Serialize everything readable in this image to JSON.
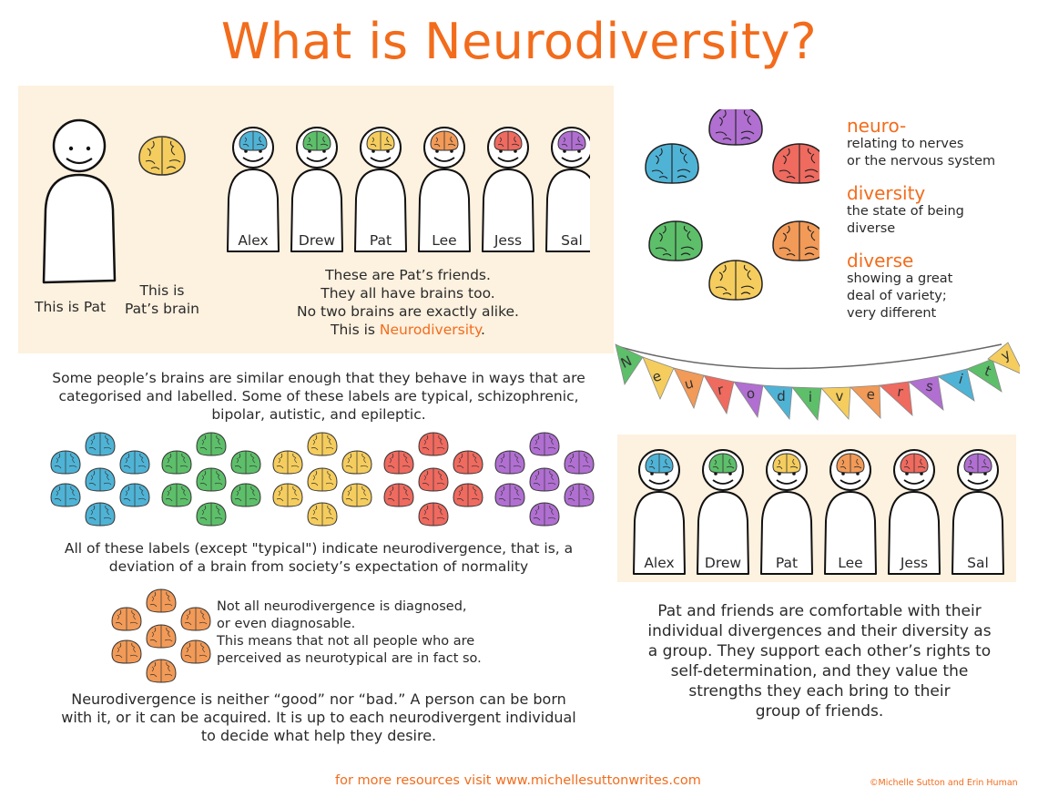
{
  "title": "What is Neurodiversity?",
  "colors": {
    "accent": "#f26c1c",
    "panel_bg": "#fdf1df",
    "blue": "#4fb3d6",
    "green": "#5dbf6a",
    "yellow": "#f5cd5e",
    "orange": "#f29a57",
    "red": "#ef6a5f",
    "purple": "#b06fd1"
  },
  "intro_panel": {
    "pat_caption": "This is Pat",
    "brain_caption_line1": "This is",
    "brain_caption_line2": "Pat’s brain",
    "friends": [
      {
        "name": "Alex",
        "brain_color": "#4fb3d6"
      },
      {
        "name": "Drew",
        "brain_color": "#5dbf6a"
      },
      {
        "name": "Pat",
        "brain_color": "#f5cd5e"
      },
      {
        "name": "Lee",
        "brain_color": "#f29a57"
      },
      {
        "name": "Jess",
        "brain_color": "#ef6a5f"
      },
      {
        "name": "Sal",
        "brain_color": "#b06fd1"
      }
    ],
    "friends_text_line1": "These are Pat’s friends.",
    "friends_text_line2": "They all have brains too.",
    "friends_text_line3": "No two brains are exactly alike.",
    "friends_text_line4_prefix": "This is ",
    "friends_text_line4_highlight": "Neurodiversity",
    "friends_text_line4_suffix": "."
  },
  "definitions": [
    {
      "term": "neuro-",
      "desc_line1": "relating to nerves",
      "desc_line2": "or the nervous system"
    },
    {
      "term": "diversity",
      "desc_line1": "the state of being",
      "desc_line2": "diverse"
    },
    {
      "term": "diverse",
      "desc_line1": "showing a great",
      "desc_line2": "deal of variety;",
      "desc_line3": "very different"
    }
  ],
  "banner": {
    "letters": [
      "N",
      "e",
      "u",
      "r",
      "o",
      "d",
      "i",
      "v",
      "e",
      "r",
      "s",
      "i",
      "t",
      "y"
    ]
  },
  "labels_section": {
    "text_line1": "Some people’s brains are similar enough that they behave in ways that are",
    "text_line2": "categorised and labelled. Some of these labels are typical, schizophrenic,",
    "text_line3": "bipolar, autistic, and epileptic.",
    "clusters": [
      "#4fb3d6",
      "#5dbf6a",
      "#f5cd5e",
      "#ef6a5f",
      "#b06fd1"
    ]
  },
  "divergence_section": {
    "text_line1": "All of these labels (except \"typical\") indicate neurodivergence, that is, a",
    "text_line2": "deviation of a brain from society’s expectation of normality"
  },
  "undiagnosed_section": {
    "cluster_color": "#f29a57",
    "text_line1": "Not all neurodivergence is diagnosed,",
    "text_line2": "or even diagnosable.",
    "text_line3": "This means that not all people who are",
    "text_line4": "perceived as neurotypical are in fact so."
  },
  "good_bad_section": {
    "text_line1": "Neurodivergence is neither “good” nor “bad.” A person can be born",
    "text_line2": "with it, or it can be acquired. It is up to each neurodivergent individual",
    "text_line3": "to decide what help they desire."
  },
  "group_section": {
    "text_line1": "Pat and friends are comfortable with their",
    "text_line2": "individual divergences and their diversity as",
    "text_line3": "a group. They support each other’s rights to",
    "text_line4": "self-determination, and they value the",
    "text_line5": "strengths they each bring to their",
    "text_line6": "group of friends."
  },
  "footer": {
    "resources": "for more resources visit www.michellesuttonwrites.com",
    "copyright": "©Michelle Sutton and Erin Human"
  }
}
